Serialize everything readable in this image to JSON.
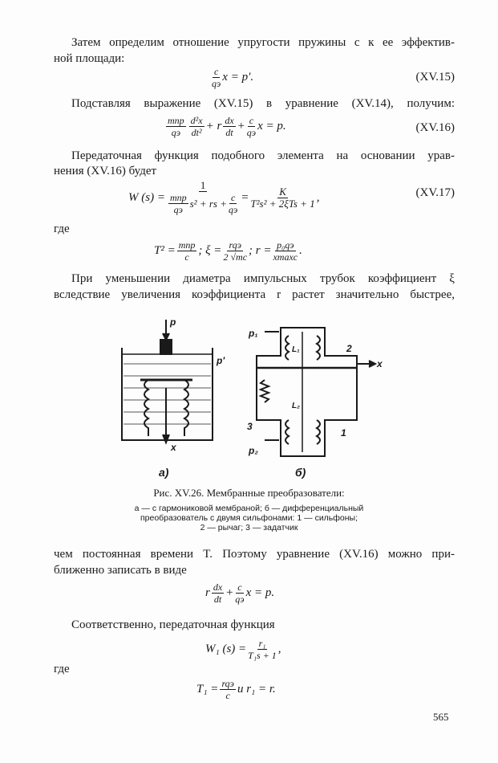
{
  "text": {
    "p1a": "Затем определим отношение упругости пружины c к ее эффектив-",
    "p1b": "ной площади:",
    "p2": "Подставляя выражение (XV.15) в уравнение (XV.14), получим:",
    "p3a": "Передаточная функция подобного элемента на основании урав-",
    "p3b": "нения (XV.16) будет",
    "gde1": "где",
    "p4a": "При уменьшении диаметра импульсных трубок коэффициент ξ",
    "p4b": "вследствие увеличения коэффициента r растет значительно быстрее,",
    "p5a": "чем постоянная времени T. Поэтому уравнение (XV.16) можно при-",
    "p5b": "ближенно записать в виде",
    "p6": "Соответственно, передаточная функция",
    "gde2": "где"
  },
  "equations": {
    "e15": {
      "num": "(XV.15)",
      "c": "c",
      "q": "qэ",
      "rhs": "x = p′."
    },
    "e16": {
      "num": "(XV.16)",
      "m": "mпр",
      "q": "qэ",
      "d2x": "d²x",
      "dt2": "dt²",
      "plus_r": "+ r",
      "dx": "dx",
      "dt": "dt",
      "plus": "+",
      "c": "c",
      "rhs": "x = p."
    },
    "e17": {
      "num": "(XV.17)",
      "lhs": "W (s) =",
      "one": "1",
      "den_a": "s² + rs +",
      "eq": "=",
      "K": "K",
      "den2": "T²s² + 2ξTs + 1",
      "comma": ","
    },
    "params": {
      "T2": "T² =",
      "mnp": "mпр",
      "c": "c",
      "xi": "; ξ =",
      "rq": "rqэ",
      "sqrt": "2 √mc",
      "r": "; r =",
      "p0q": "p₀qэ",
      "xmax": "xmaxc",
      "dot": "."
    },
    "approx": {
      "r": "r",
      "rhs": "x = p."
    },
    "W1": {
      "lhs": "W₁ (s) =",
      "num": "r₁",
      "den": "T₁s + 1",
      "comma": ","
    },
    "T1": {
      "lhs": "T₁ =",
      "num": "rqэ",
      "den": "c",
      "tail": "и r₁ = r."
    }
  },
  "figure": {
    "label_a": "а)",
    "label_b": "б)",
    "labels": {
      "p": "p",
      "p_prime": "p′",
      "x": "x",
      "p1": "p₁",
      "p2": "p₂",
      "L1": "L₁",
      "L2": "L₂",
      "n1": "1",
      "n2": "2",
      "n3": "3"
    },
    "caption": "Рис. XV.26. Мембранные преобразователи:",
    "legend_1": "а — с гармониковой мембраной; б — дифференциальный",
    "legend_2": "преобразователь с двумя сильфонами: 1 — сильфоны;",
    "legend_3": "2 — рычаг; 3 — задатчик"
  },
  "page_number": "565"
}
